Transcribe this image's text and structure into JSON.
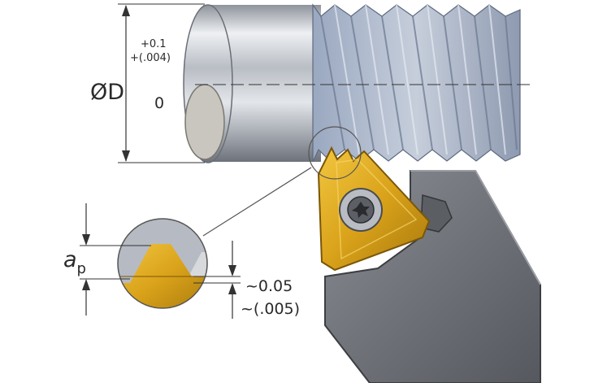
{
  "dimensions": {
    "diameter_symbol": "ØD",
    "tol_upper_metric": "+0.1",
    "tol_upper_inch": "+(.004)",
    "tol_lower": "0",
    "depth_main": "a",
    "depth_sub": "p",
    "clearance_metric": "~0.05",
    "clearance_inch": "~(.005)"
  },
  "colors": {
    "insert_gold": "#d9a21a",
    "insert_dark": "#a8790d",
    "holder": "#6f7278",
    "holder_edge": "#3c3e42",
    "shaft_light": "#e8eaee",
    "shaft_dark": "#7c818a",
    "end_face": "#c9c6bf"
  },
  "icons": {
    "insert_screw": "torx-screw-icon",
    "insert": "threading-insert-icon",
    "holder": "tool-holder-icon",
    "workpiece": "threaded-shaft-icon"
  }
}
